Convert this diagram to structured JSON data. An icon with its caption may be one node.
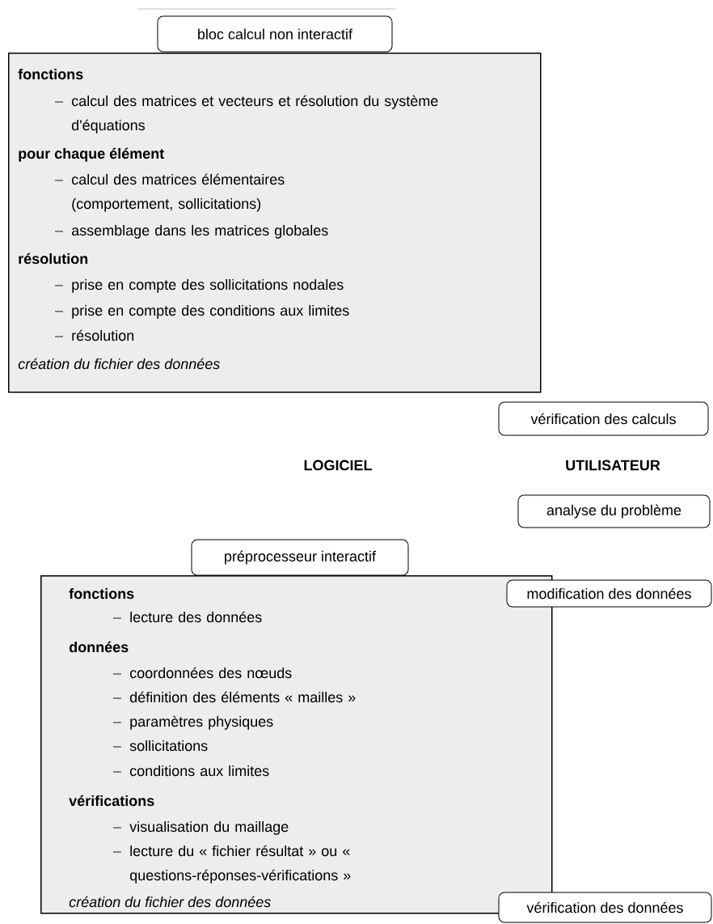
{
  "diagram": {
    "nodes": [
      {
        "text": [
          "bloc calcul non interactif"
        ]
      },
      {
        "text": [
          "fonctions",
          "calcul des matrices et vecteurs et résolution du système d'équations",
          "pour chaque élément",
          "calcul des matrices élémentaires (comportement, sollicitations)",
          "assemblage dans les matrices globales",
          "résolution",
          "prise en compte des sollicitations nodales",
          "prise en compte des conditions aux limites",
          "résolution",
          "création du fichier des données"
        ]
      },
      {
        "text": [
          "vérification des calculs"
        ]
      },
      {
        "text": [
          "analyse du problème"
        ]
      },
      {
        "text": [
          "préprocesseur interactif"
        ]
      },
      {
        "text": [
          "fonctions",
          "lecture des données",
          "données",
          "coordonnées des nœuds",
          "définition des éléments « mailles »",
          "paramètres physiques",
          "sollicitations",
          "conditions aux limites",
          "vérifications",
          "visualisation du maillage",
          "lecture du « fichier résultat » ou « questions-réponses-vérifications »",
          "création du fichier des données"
        ]
      },
      {
        "text": [
          "modification des données"
        ]
      },
      {
        "text": [
          "vérification des données"
        ]
      }
    ],
    "labels": [
      "LOGICIEL",
      "UTILISATEUR"
    ]
  }
}
